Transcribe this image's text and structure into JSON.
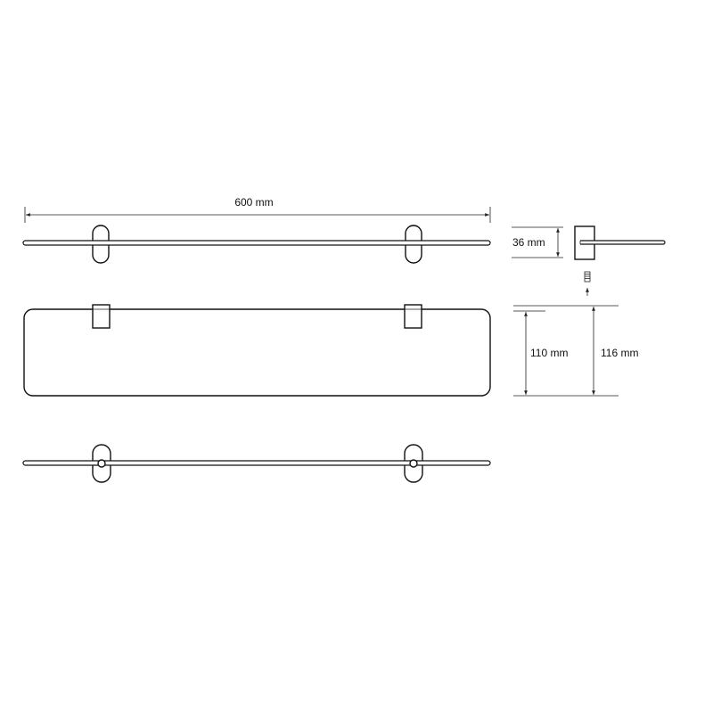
{
  "dimensions": {
    "width_label": "600 mm",
    "bracket_height_label": "36 mm",
    "glass_depth_label": "110 mm",
    "total_depth_label": "116 mm"
  }
}
